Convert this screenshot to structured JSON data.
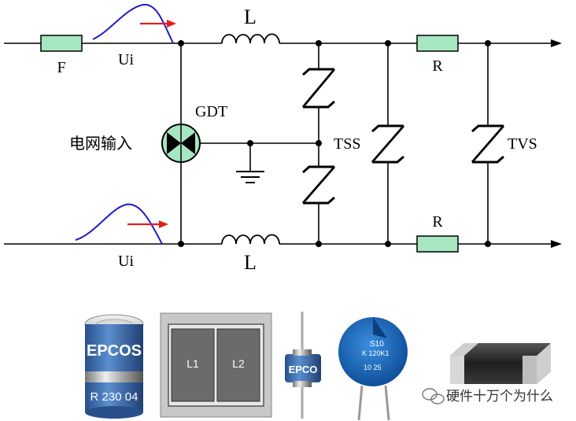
{
  "labels": {
    "fuse": "F",
    "inductor_top": "L",
    "inductor_bottom": "L",
    "input_signal_top": "Ui",
    "input_signal_bottom": "Ui",
    "gdt": "GDT",
    "grid_input": "电网输入",
    "tss": "TSS",
    "resistor_top": "R",
    "resistor_bottom": "R",
    "tvs": "TVS"
  },
  "photos": {
    "gdt_cap_text": "EPCOS",
    "gdt_body_text": "R 230 04",
    "choke_left": "L1",
    "choke_right": "L2",
    "gdt_small_text": "EPCO",
    "varistor_line1": "S10",
    "varistor_line2": "K 120K1",
    "varistor_line3": "10 25"
  },
  "watermark": "硬件十万个为什么",
  "colors": {
    "wire": "#000000",
    "fuse_fill": "#a6e6c0",
    "resistor_fill": "#a6e6c0",
    "gdt_fill": "#a6e6c0",
    "pulse": "#1c1cc8",
    "arrow": "#e02020",
    "gdt_photo": "#3e6fb0",
    "varistor": "#1a6fc0",
    "chip": "#2a2a2a"
  }
}
